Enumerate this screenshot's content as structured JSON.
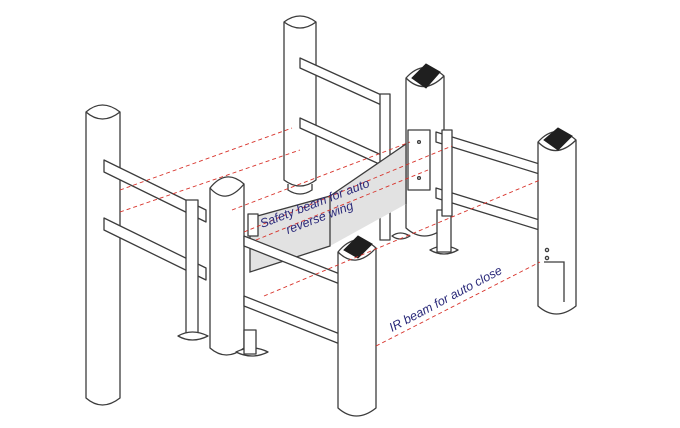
{
  "labels": {
    "safety_beam_line1": "Safety beam for auto",
    "safety_beam_line2": "reverse wing",
    "ir_beam": "IR beam for auto close"
  },
  "colors": {
    "outline": "#3c3c3c",
    "beam": "#d8342c",
    "label_text": "#2b2a7a",
    "glass_wing": "#e2e2e2",
    "sensor_panel": "#1f1f1f"
  }
}
